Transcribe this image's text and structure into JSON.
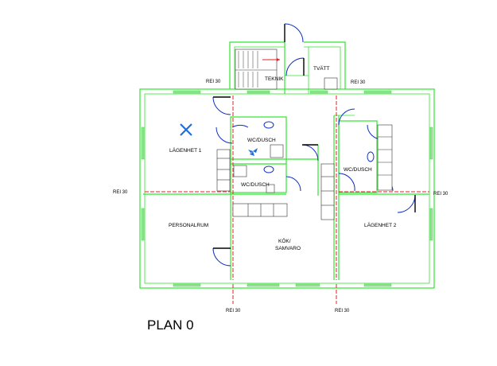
{
  "title": "PLAN 0",
  "rooms": {
    "tvatt": "TVÄTT",
    "teknik": "TEKNIK",
    "lagenhet1": "LÄGENHET 1",
    "wc_dusch_1": "WC/DUSCH",
    "wc_dusch_2": "WC/DUSCH",
    "wc_dusch_3": "WC/DUSCH",
    "personalrum": "PERSONALRUM",
    "kok_line1": "KÖK/",
    "kok_line2": "SAMVARO",
    "lagenhet2": "LÄGENHET 2"
  },
  "fire_ratings": {
    "top_left": "REI 30",
    "top_right": "REI 30",
    "left": "REI 30",
    "right": "REI 30",
    "bottom_left": "REI 30",
    "bottom_right": "REI 30"
  },
  "colors": {
    "wall": "#2ee62e",
    "fire_line": "#e02020",
    "door": "#1030c0"
  }
}
